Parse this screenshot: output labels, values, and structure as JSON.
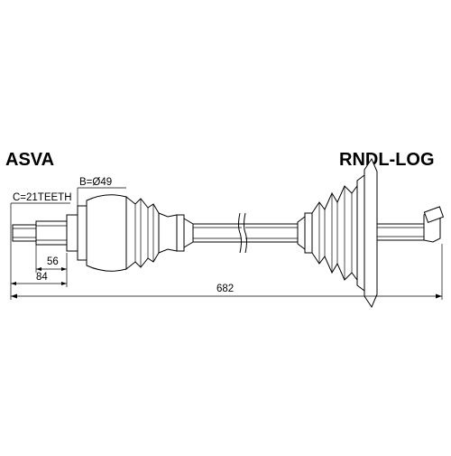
{
  "brand": "ASVA",
  "part_number": "RNDL-LOG",
  "labels": {
    "spline": "C=21TEETH",
    "boot_diameter": "B=Ø49",
    "overall_length": "682",
    "dim_84": "84",
    "dim_56": "56"
  }
}
